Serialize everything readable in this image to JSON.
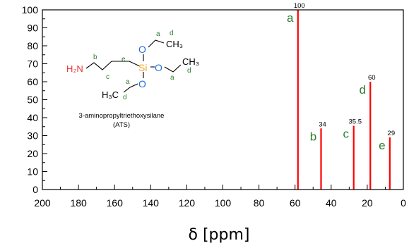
{
  "chart_data": {
    "type": "bar",
    "xlabel": "δ [ppm]",
    "xlim": [
      200,
      0
    ],
    "ylim": [
      0,
      100
    ],
    "x_ticks": [
      "200",
      "180",
      "160",
      "140",
      "120",
      "100",
      "80",
      "60",
      "40",
      "20",
      "0"
    ],
    "y_ticks": [
      "0",
      "10",
      "20",
      "30",
      "40",
      "50",
      "60",
      "70",
      "80",
      "90",
      "100"
    ],
    "series": [
      {
        "color": "#ff0000",
        "points": [
          {
            "x": 58.4,
            "y": 100,
            "value_label": "100",
            "letter": "a"
          },
          {
            "x": 45.6,
            "y": 34,
            "value_label": "34",
            "letter": "b"
          },
          {
            "x": 27.5,
            "y": 35.5,
            "value_label": "35.5",
            "letter": "c"
          },
          {
            "x": 18.3,
            "y": 60,
            "value_label": "60",
            "letter": "d"
          },
          {
            "x": 7.5,
            "y": 29,
            "value_label": "29",
            "letter": "e"
          }
        ]
      }
    ]
  },
  "molecule": {
    "h2n": "H₂N",
    "si": "Si",
    "o": "O",
    "ch3": "CH₃",
    "h3c": "H₃C",
    "labels": {
      "a": "a",
      "b": "b",
      "c": "c",
      "d": "d",
      "e": "e"
    },
    "caption_line1": "3-aminopropyltriethoxysilane",
    "caption_line2": "(ATS)"
  },
  "colors": {
    "peak": "#ff0000",
    "label_green": "#2e7d32",
    "oxygen": "#1e6fd9",
    "silicon": "#f5a623",
    "amine": "#e53935"
  }
}
